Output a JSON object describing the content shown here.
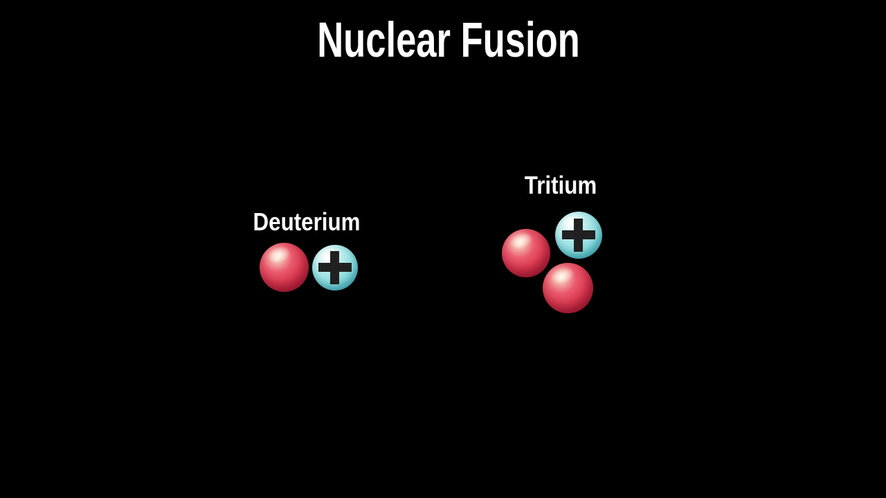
{
  "title": "Nuclear Fusion",
  "groups": [
    {
      "label": "Deuterium",
      "particles": [
        {
          "type": "neutron",
          "color": "#dd3a51"
        },
        {
          "type": "proton",
          "color": "#8edde0",
          "symbol": "+"
        }
      ]
    },
    {
      "label": "Tritium",
      "particles": [
        {
          "type": "neutron",
          "color": "#dd3a51"
        },
        {
          "type": "proton",
          "color": "#8edde0",
          "symbol": "+"
        },
        {
          "type": "neutron",
          "color": "#dd3a51"
        }
      ]
    }
  ],
  "colors": {
    "background": "#000000",
    "title_text": "#ffffff",
    "label_text": "#ffffff",
    "neutron_body": "#dd3a51",
    "neutron_rim": "#9c1a2f",
    "neutron_highlight": "#f9edda",
    "proton_body": "#8edde0",
    "proton_rim": "#3aacb8",
    "plus_sign": "#212121"
  }
}
